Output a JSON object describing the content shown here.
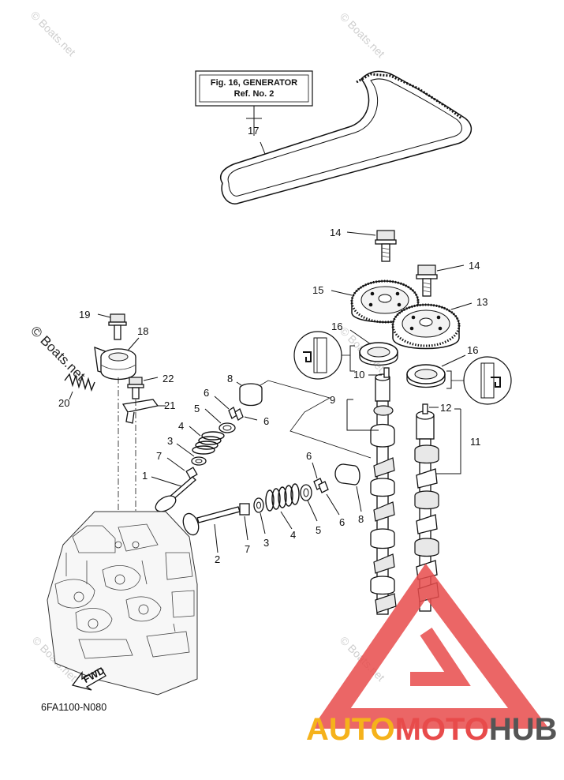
{
  "reference_box": {
    "line1": "Fig. 16, GENERATOR",
    "line2": "Ref. No. 2"
  },
  "callouts": [
    {
      "id": "c17",
      "text": "17"
    },
    {
      "id": "c14a",
      "text": "14"
    },
    {
      "id": "c14b",
      "text": "14"
    },
    {
      "id": "c15",
      "text": "15"
    },
    {
      "id": "c13",
      "text": "13"
    },
    {
      "id": "c16a",
      "text": "16"
    },
    {
      "id": "c16b",
      "text": "16"
    },
    {
      "id": "c10",
      "text": "10"
    },
    {
      "id": "c9",
      "text": "9"
    },
    {
      "id": "c12",
      "text": "12"
    },
    {
      "id": "c11",
      "text": "11"
    },
    {
      "id": "c19",
      "text": "19"
    },
    {
      "id": "c18",
      "text": "18"
    },
    {
      "id": "c22",
      "text": "22"
    },
    {
      "id": "c20",
      "text": "20"
    },
    {
      "id": "c21",
      "text": "21"
    },
    {
      "id": "c8a",
      "text": "8"
    },
    {
      "id": "c6a",
      "text": "6"
    },
    {
      "id": "c6b",
      "text": "6"
    },
    {
      "id": "c5a",
      "text": "5"
    },
    {
      "id": "c4a",
      "text": "4"
    },
    {
      "id": "c3a",
      "text": "3"
    },
    {
      "id": "c7a",
      "text": "7"
    },
    {
      "id": "c1",
      "text": "1"
    },
    {
      "id": "c6c",
      "text": "6"
    },
    {
      "id": "c6d",
      "text": "6"
    },
    {
      "id": "c8b",
      "text": "8"
    },
    {
      "id": "c5b",
      "text": "5"
    },
    {
      "id": "c4b",
      "text": "4"
    },
    {
      "id": "c3b",
      "text": "3"
    },
    {
      "id": "c7b",
      "text": "7"
    },
    {
      "id": "c2",
      "text": "2"
    }
  ],
  "fwd_label": "FWD",
  "diagram_code": "6FA1100-N080",
  "watermarks": {
    "faint": "© Boats.net",
    "dark": "© Boats.net"
  },
  "brand": {
    "part1": "AUTO",
    "part2": "MOTO",
    "part3": "HUB",
    "color1": "#f5b21b",
    "color2": "#e84b4b",
    "color3": "#555555"
  }
}
